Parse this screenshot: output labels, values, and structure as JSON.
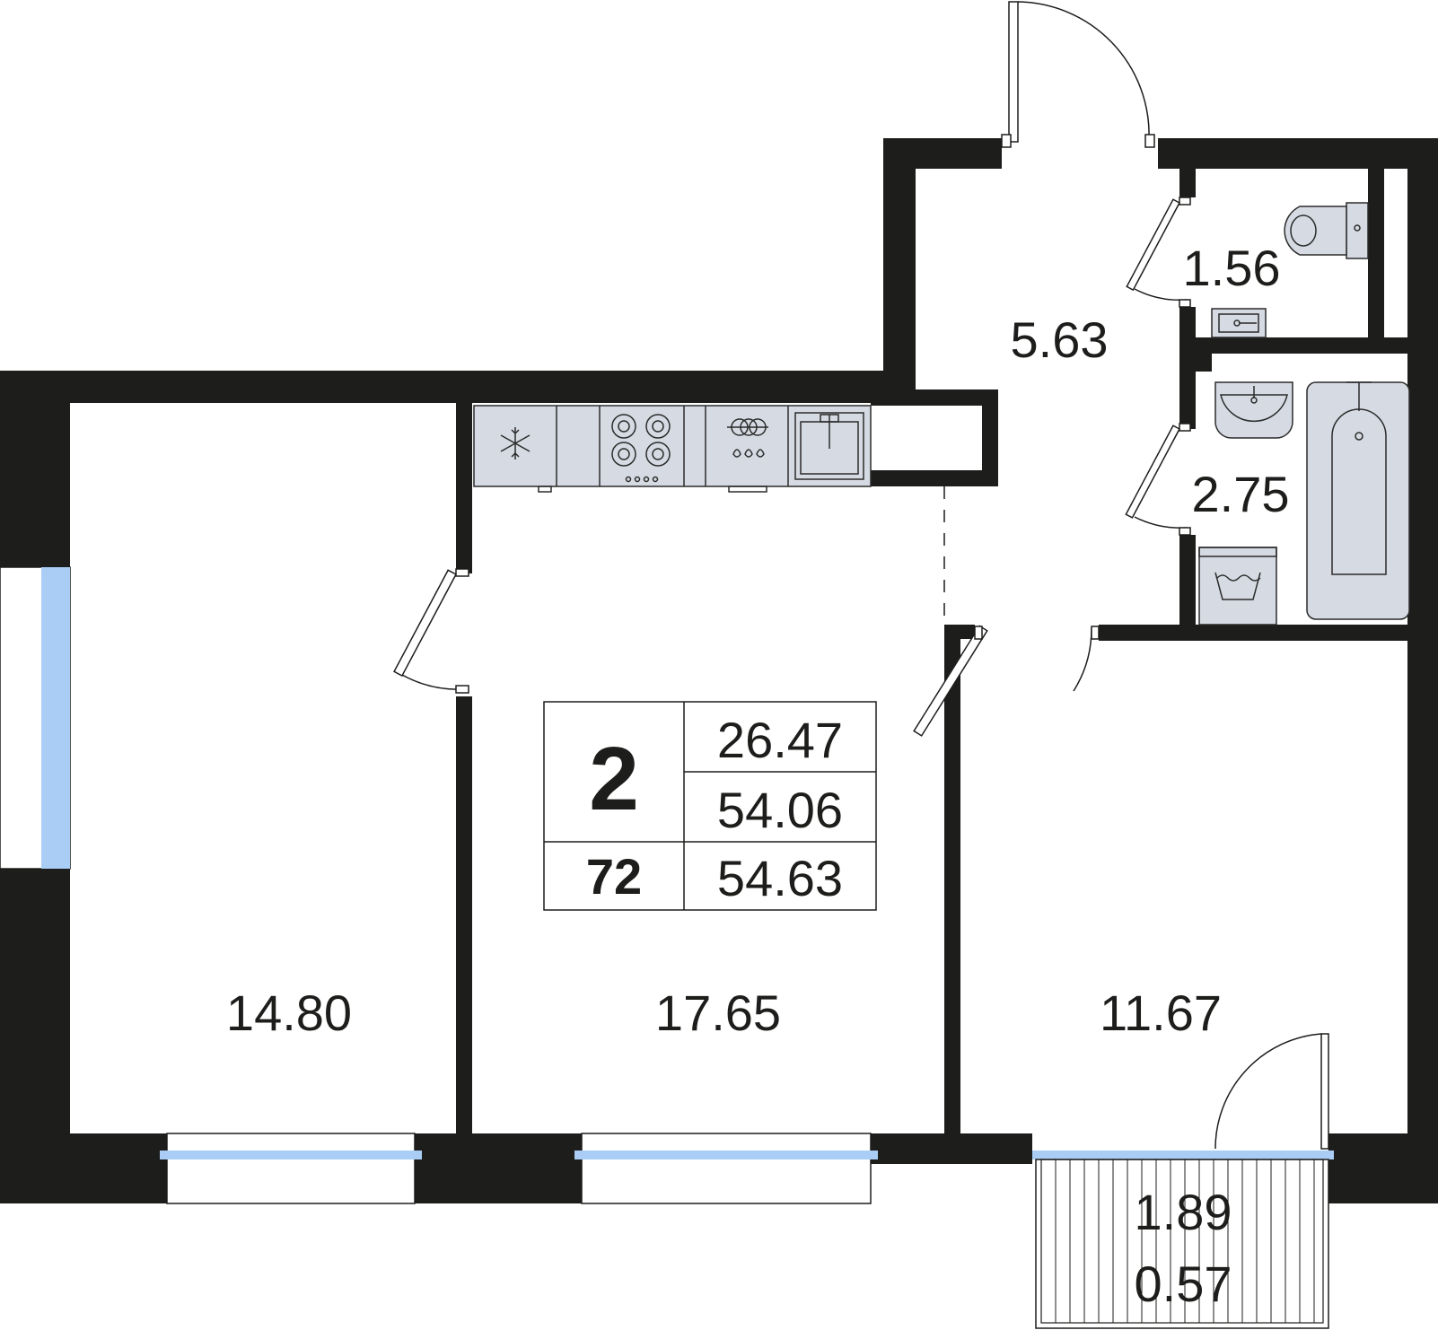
{
  "apartment": {
    "rooms": "2",
    "number": "72",
    "living_area": "26.47",
    "total_area": "54.06",
    "total_area_with_balcony": "54.63"
  },
  "room_areas": {
    "room_left": "14.80",
    "kitchen_living": "17.65",
    "room_right": "11.67",
    "hallway": "5.63",
    "wc": "1.56",
    "bathroom": "2.75",
    "balcony_area": "1.89",
    "balcony_reduced": "0.57"
  },
  "colors": {
    "wall": "#1d1d1b",
    "fixture": "#d6dbe3",
    "window_glass": "#a9cdf4"
  },
  "icons": [
    "snowflake-icon",
    "stove-icon",
    "dishwasher-icon",
    "sink-icon",
    "toilet-icon",
    "washbasin-icon",
    "bathtub-icon",
    "washing-machine-icon"
  ]
}
